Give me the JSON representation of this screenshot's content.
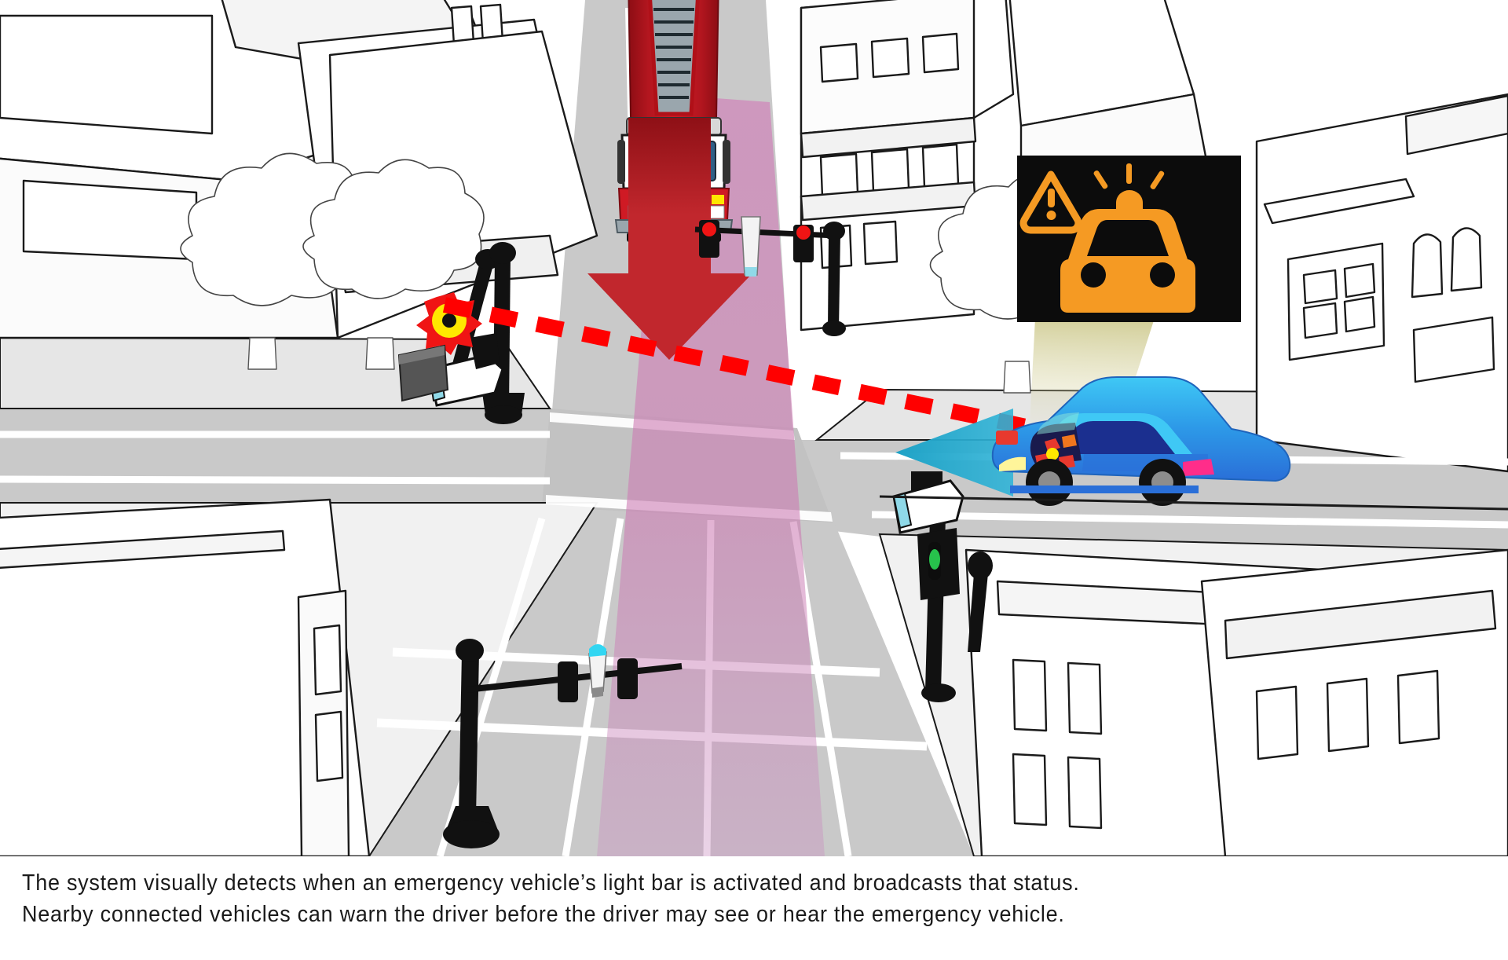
{
  "scene": {
    "title": "Emergency vehicle light-bar detection and broadcast intersection illustration",
    "colors": {
      "road": "#c9c9c9",
      "road_dark": "#bdbdbd",
      "sidewalk": "#e8e8e8",
      "building_fill": "#ffffff",
      "outline": "#1a1a1a",
      "lane_line": "#ffffff",
      "detection_cone_magenta": "#cc6fae",
      "red_arrow": "#c1272d",
      "red_dash": "#ff0000",
      "cyan_arrow": "#29abcd",
      "warning_orange": "#f59a23",
      "warning_panel_bg": "#0c0c0c",
      "car_blue_body": "#2e7fe8",
      "car_blue_light": "#2ec2ef",
      "car_glass": "#1b2f8f",
      "fire_truck_red": "#c1121f",
      "signal_green": "#27c24c",
      "signal_red": "#f01414",
      "beam_yellow": "#d6d18a",
      "sensor_yellow": "#ffe800"
    },
    "objects": {
      "emergency_vehicle": "fire-truck",
      "connected_vehicle": "blue-connected-car",
      "warning_display_icon": "emergency-vehicle-warning-icon",
      "warning_alert_glyph": "warning-triangle-icon",
      "roadside_sensor": "camera-sensor",
      "broadcast_path": "v2x-broadcast-dashed-line",
      "detection_zone": "camera-detection-cone",
      "approach_arrow": "fire-truck-approach-arrow",
      "alert_arrow": "driver-alert-arrow"
    },
    "signal_states": {
      "north_signal": "red",
      "east_signal": "green",
      "south_signal": "off"
    }
  },
  "caption": {
    "line1": "The system visually detects when an emergency vehicle’s light bar is activated and broadcasts that status.",
    "line2": "Nearby connected vehicles can warn the driver before the driver may see or hear the emergency vehicle."
  }
}
